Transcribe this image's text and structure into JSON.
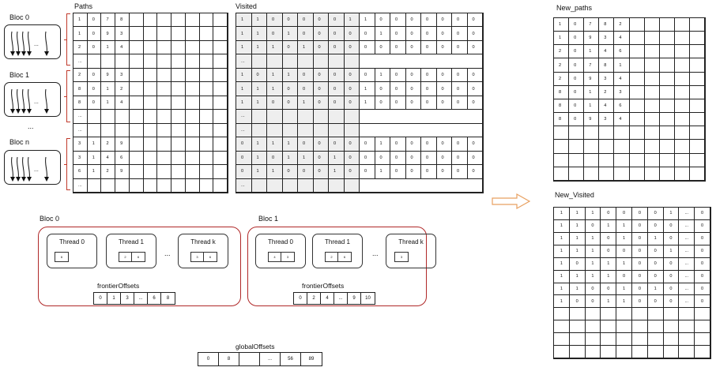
{
  "labels": {
    "paths": "Paths",
    "visited": "Visited",
    "new_paths": "New_paths",
    "new_visited": "New_Visited",
    "bloc0": "Bloc 0",
    "bloc1": "Bloc 1",
    "blocn": "Bloc n",
    "vdots": "...",
    "frontier": "frontierOffsets",
    "global": "globalOffsets"
  },
  "paths_rows": [
    [
      "1",
      "0",
      "7",
      "8"
    ],
    [
      "1",
      "0",
      "9",
      "3"
    ],
    [
      "2",
      "0",
      "1",
      "4"
    ],
    [
      "..."
    ],
    [
      "2",
      "0",
      "9",
      "3"
    ],
    [
      "8",
      "0",
      "1",
      "2"
    ],
    [
      "8",
      "0",
      "1",
      "4"
    ],
    [
      "..."
    ],
    [
      "..."
    ],
    [
      "3",
      "1",
      "2",
      "9"
    ],
    [
      "3",
      "1",
      "4",
      "6"
    ],
    [
      "6",
      "1",
      "2",
      "9"
    ],
    [
      "..."
    ]
  ],
  "visited_rows": [
    [
      "1",
      "1",
      "0",
      "0",
      "0",
      "0",
      "0",
      "1",
      "1",
      "0",
      "0",
      "0",
      "0",
      "0",
      "0",
      "0"
    ],
    [
      "1",
      "1",
      "0",
      "1",
      "0",
      "0",
      "0",
      "0",
      "0",
      "1",
      "0",
      "0",
      "0",
      "0",
      "0",
      "0"
    ],
    [
      "1",
      "1",
      "1",
      "0",
      "1",
      "0",
      "0",
      "0",
      "0",
      "0",
      "0",
      "0",
      "0",
      "0",
      "0",
      "0"
    ],
    [
      "..."
    ],
    [
      "1",
      "0",
      "1",
      "1",
      "0",
      "0",
      "0",
      "0",
      "0",
      "1",
      "0",
      "0",
      "0",
      "0",
      "0",
      "0"
    ],
    [
      "1",
      "1",
      "1",
      "0",
      "0",
      "0",
      "0",
      "0",
      "1",
      "0",
      "0",
      "0",
      "0",
      "0",
      "0",
      "0"
    ],
    [
      "1",
      "1",
      "0",
      "0",
      "1",
      "0",
      "0",
      "0",
      "1",
      "0",
      "0",
      "0",
      "0",
      "0",
      "0",
      "0"
    ],
    [
      "..."
    ],
    [
      "..."
    ],
    [
      "0",
      "1",
      "1",
      "1",
      "0",
      "0",
      "0",
      "0",
      "0",
      "1",
      "0",
      "0",
      "0",
      "0",
      "0",
      "0"
    ],
    [
      "0",
      "1",
      "0",
      "1",
      "1",
      "0",
      "1",
      "0",
      "0",
      "0",
      "0",
      "0",
      "0",
      "0",
      "0",
      "0"
    ],
    [
      "0",
      "1",
      "1",
      "0",
      "0",
      "0",
      "1",
      "0",
      "0",
      "1",
      "0",
      "0",
      "0",
      "0",
      "0",
      "0"
    ],
    [
      "..."
    ]
  ],
  "new_paths_rows": [
    [
      "1",
      "0",
      "7",
      "8",
      "2"
    ],
    [
      "1",
      "0",
      "9",
      "3",
      "4"
    ],
    [
      "2",
      "0",
      "1",
      "4",
      "6"
    ],
    [
      "2",
      "0",
      "7",
      "8",
      "1"
    ],
    [
      "2",
      "0",
      "9",
      "3",
      "4"
    ],
    [
      "8",
      "0",
      "1",
      "2",
      "3"
    ],
    [
      "8",
      "0",
      "1",
      "4",
      "6"
    ],
    [
      "8",
      "0",
      "9",
      "3",
      "4"
    ],
    [],
    [],
    [],
    []
  ],
  "new_visited_rows": [
    [
      "1",
      "1",
      "1",
      "0",
      "0",
      "0",
      "0",
      "1",
      "...",
      "0"
    ],
    [
      "1",
      "1",
      "0",
      "1",
      "1",
      "0",
      "0",
      "0",
      "...",
      "0"
    ],
    [
      "1",
      "1",
      "1",
      "0",
      "1",
      "0",
      "1",
      "0",
      "...",
      "0"
    ],
    [
      "1",
      "1",
      "1",
      "0",
      "0",
      "0",
      "0",
      "1",
      "...",
      "0"
    ],
    [
      "1",
      "0",
      "1",
      "1",
      "1",
      "0",
      "0",
      "0",
      "...",
      "0"
    ],
    [
      "1",
      "1",
      "1",
      "1",
      "0",
      "0",
      "0",
      "0",
      "...",
      "0"
    ],
    [
      "1",
      "1",
      "0",
      "0",
      "1",
      "0",
      "1",
      "0",
      "...",
      "0"
    ],
    [
      "1",
      "0",
      "0",
      "1",
      "1",
      "0",
      "0",
      "0",
      "...",
      "0"
    ],
    [],
    [],
    [],
    []
  ],
  "bottom_bloc0": {
    "title": "Bloc 0",
    "threads": [
      {
        "name": "Thread 0",
        "cells": [
          "6"
        ]
      },
      {
        "name": "Thread 1",
        "cells": [
          "2",
          "6"
        ]
      },
      {
        "name": "Thread k",
        "cells": [
          "3",
          "6"
        ]
      }
    ],
    "dots": "...",
    "offsets": [
      "0",
      "1",
      "3",
      "...",
      "6",
      "8"
    ]
  },
  "bottom_bloc1": {
    "title": "Bloc 1",
    "threads": [
      {
        "name": "Thread 0",
        "cells": [
          "4",
          "3"
        ]
      },
      {
        "name": "Thread 1",
        "cells": [
          "2",
          "6"
        ]
      },
      {
        "name": "Thread k",
        "cells": [
          "3"
        ]
      }
    ],
    "dots": "...",
    "offsets": [
      "0",
      "2",
      "4",
      "...",
      "9",
      "10"
    ]
  },
  "global_offsets": [
    "0",
    "8",
    "",
    "...",
    "56",
    "89"
  ],
  "colors": {
    "bracket": "#c0392b",
    "arrow": "#e8a060",
    "shade": "#eeeeee"
  }
}
